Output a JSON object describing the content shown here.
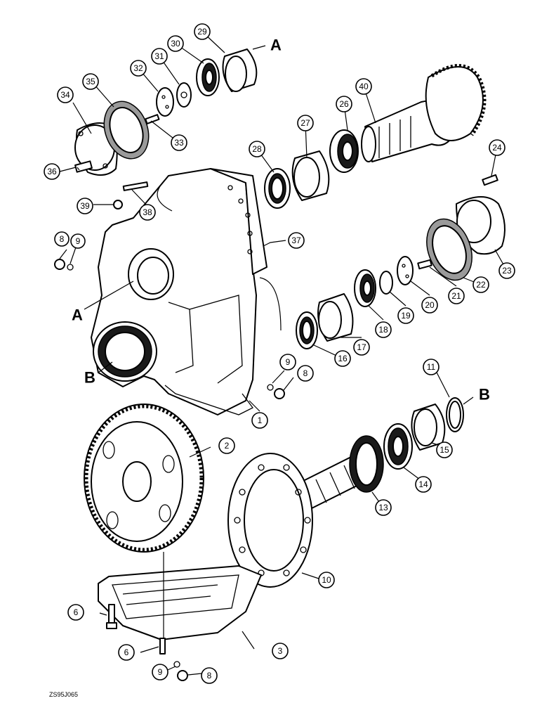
{
  "diagram": {
    "drawing_code": "ZS95J065",
    "section_refs": [
      "A",
      "A",
      "B",
      "B"
    ],
    "callouts": {
      "c1": "1",
      "c2": "2",
      "c3": "3",
      "c6a": "6",
      "c6b": "6",
      "c8a": "8",
      "c8b": "8",
      "c8c": "8",
      "c9a": "9",
      "c9b": "9",
      "c9c": "9",
      "c10": "10",
      "c11": "11",
      "c13": "13",
      "c14": "14",
      "c15": "15",
      "c16": "16",
      "c17": "17",
      "c18": "18",
      "c19": "19",
      "c20": "20",
      "c21": "21",
      "c22": "22",
      "c23": "23",
      "c24": "24",
      "c26": "26",
      "c27": "27",
      "c28": "28",
      "c29": "29",
      "c30": "30",
      "c31": "31",
      "c32": "32",
      "c33": "33",
      "c34": "34",
      "c35": "35",
      "c36": "36",
      "c37": "37",
      "c38": "38",
      "c39": "39",
      "c40": "40"
    }
  }
}
